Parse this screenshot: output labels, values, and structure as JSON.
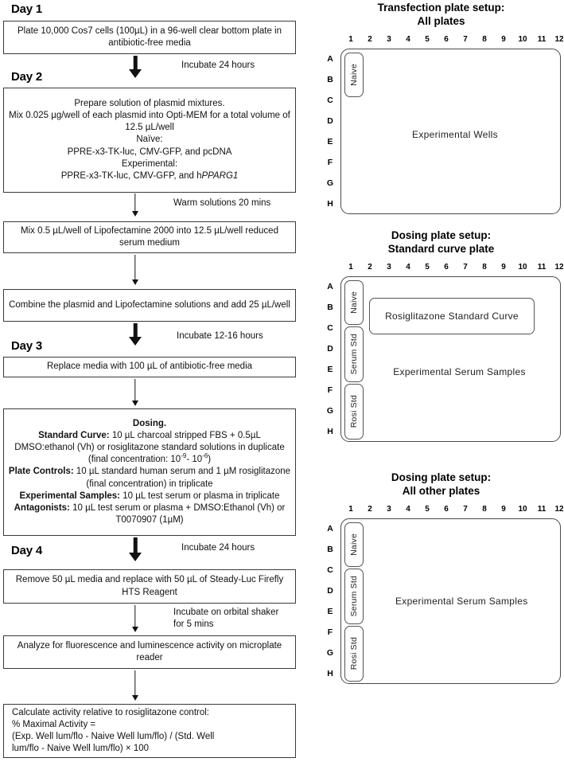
{
  "flow": {
    "days": [
      {
        "id": "day1",
        "label": "Day 1"
      },
      {
        "id": "day2",
        "label": "Day 2"
      },
      {
        "id": "day3",
        "label": "Day 3"
      },
      {
        "id": "day4",
        "label": "Day 4"
      }
    ],
    "steps": {
      "plate_cells": "Plate 10,000 Cos7 cells (100µL) in a 96-well clear bottom plate in antibiotic-free media",
      "plasmid_l1": "Prepare solution of plasmid mixtures.",
      "plasmid_l2": "Mix 0.025 µg/well of each plasmid into Opti-MEM for a total volume of 12.5 µL/well",
      "plasmid_l3": "Naïve:",
      "plasmid_l4": "PPRE-x3-TK-luc, CMV-GFP, and pcDNA",
      "plasmid_l5": "Experimental:",
      "plasmid_l6_pre": "PPRE-x3-TK-luc, CMV-GFP, and h",
      "plasmid_l6_italic": "PPARG1",
      "lipofectamine": "Mix 0.5 µL/well of Lipofectamine 2000 into 12.5 µL/well reduced serum medium",
      "combine": "Combine the plasmid and Lipofectamine solutions and add 25 µL/well",
      "replace_media": "Replace media with 100 µL of antibiotic-free media",
      "dosing_title": "Dosing.",
      "dosing_std_label": "Standard Curve:",
      "dosing_std_text": "10 µL charcoal stripped FBS + 0.5µL DMSO:ethanol (Vh) or rosiglitazone standard solutions in duplicate (final concentration: 10",
      "dosing_std_exp1": "-9",
      "dosing_std_mid": "- 10",
      "dosing_std_exp2": "-6",
      "dosing_std_end": ")",
      "dosing_ctrl_label": "Plate Controls:",
      "dosing_ctrl_text": "10 µL standard human serum and 1 µM rosiglitazone (final concentration) in triplicate",
      "dosing_exp_label": "Experimental Samples:",
      "dosing_exp_text": "10 µL test serum or plasma in triplicate",
      "dosing_ant_label": "Antagonists:",
      "dosing_ant_text": "10 µL test serum or plasma + DMSO:Ethanol (Vh) or T0070907 (1µM)",
      "remove_media": "Remove 50 µL media and replace with 50 µL of Steady-Luc Firefly HTS Reagent",
      "analyze": "Analyze for fluorescence and luminescence activity on microplate reader",
      "calc_l1": "Calculate activity relative to rosiglitazone control:",
      "calc_l2": "% Maximal Activity =",
      "calc_l3": "(Exp. Well lum/flo - Naive Well lum/flo) / (Std. Well",
      "calc_l4": "lum/flo - Naive Well lum/flo) × 100"
    },
    "notes": {
      "incubate_24h_day1": "Incubate 24 hours",
      "warm_20min": "Warm solutions 20 mins",
      "incubate_12_16h": "Incubate 12-16 hours",
      "incubate_24h_day3": "Incubate 24 hours",
      "orbital_shaker": "Incubate on orbital shaker\nfor 5 mins"
    }
  },
  "plates": {
    "columns": [
      "1",
      "2",
      "3",
      "4",
      "5",
      "6",
      "7",
      "8",
      "9",
      "10",
      "11",
      "12"
    ],
    "rows": [
      "A",
      "B",
      "C",
      "D",
      "E",
      "F",
      "G",
      "H"
    ],
    "transfection": {
      "title_l1": "Transfection plate setup:",
      "title_l2": "All plates",
      "naive_label": "Naive",
      "main_label": "Experimental Wells"
    },
    "standard_curve": {
      "title_l1": "Dosing plate setup:",
      "title_l2": "Standard curve plate",
      "naive_label": "Naive",
      "serum_std_label": "Serum Std",
      "rosi_std_label": "Rosi Std",
      "curve_label": "Rosiglitazone Standard Curve",
      "main_label": "Experimental Serum Samples"
    },
    "all_other": {
      "title_l1": "Dosing plate setup:",
      "title_l2": "All other plates",
      "naive_label": "Naive",
      "serum_std_label": "Serum Std",
      "rosi_std_label": "Rosi Std",
      "main_label": "Experimental Serum Samples"
    }
  },
  "colors": {
    "box_border": "#3a3a3a",
    "plate_border": "#4a4a4a",
    "text": "#111111",
    "background": "#ffffff"
  }
}
